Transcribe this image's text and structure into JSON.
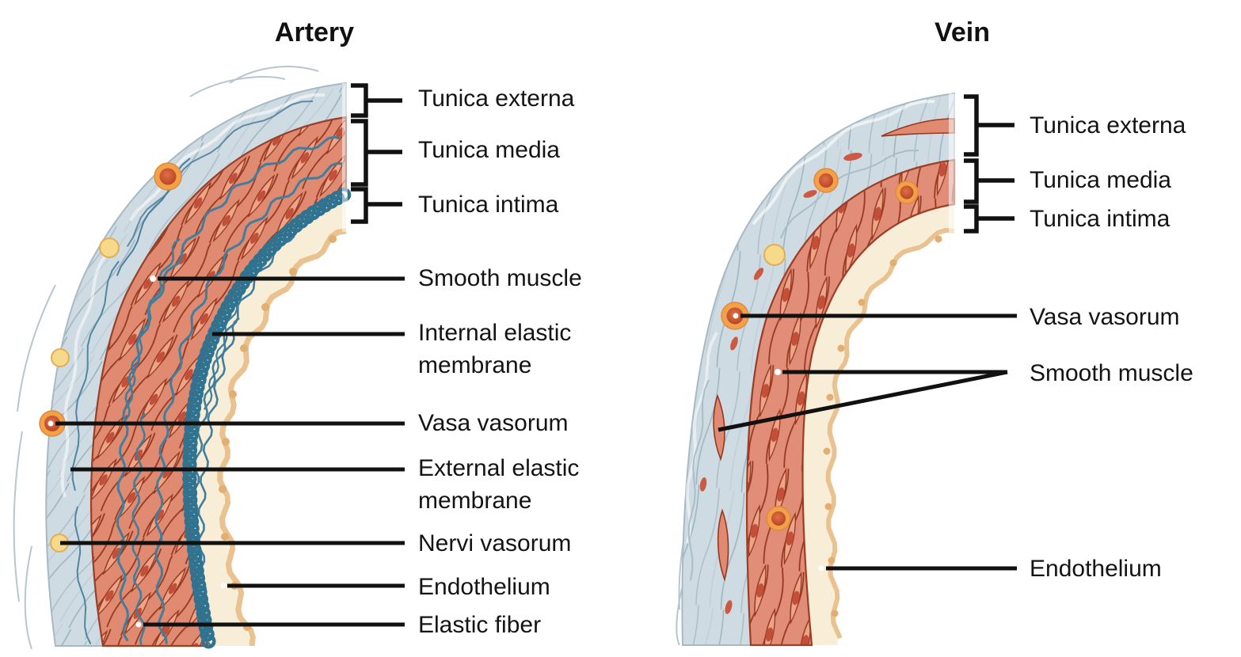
{
  "artery": {
    "title": "Artery",
    "labels": [
      {
        "text": "Tunica externa"
      },
      {
        "text": "Tunica media"
      },
      {
        "text": "Tunica intima"
      },
      {
        "text": "Smooth muscle"
      },
      {
        "text": "Internal elastic membrane"
      },
      {
        "text": "Vasa vasorum"
      },
      {
        "text": "External elastic membrane"
      },
      {
        "text": "Nervi vasorum"
      },
      {
        "text": "Endothelium"
      },
      {
        "text": "Elastic fiber"
      }
    ]
  },
  "vein": {
    "title": "Vein",
    "labels": [
      {
        "text": "Tunica externa"
      },
      {
        "text": "Tunica media"
      },
      {
        "text": "Tunica intima"
      },
      {
        "text": "Vasa vasorum"
      },
      {
        "text": "Smooth muscle"
      },
      {
        "text": "Endothelium"
      }
    ]
  },
  "colors": {
    "background": "#ffffff",
    "label_text": "#141414",
    "leader_line": "#111111",
    "tunica_externa_fill": "#cfdbe2",
    "externa_fiber": "#a5bac7",
    "elastic_teal": "#2f7391",
    "tunica_media_fill": "#df8570",
    "muscle_cell_outline": "#96371f",
    "muscle_nucleus": "#c44f38",
    "tunica_intima_fill": "#f8eed8",
    "intima_edge_tan": "#eac28f",
    "vasa_vasorum_ring": "#f2a149",
    "vasa_vasorum_core": "#c1502e",
    "nervi_vasorum_fill": "#f6d98a",
    "nervi_vasorum_stroke": "#dfae55"
  }
}
